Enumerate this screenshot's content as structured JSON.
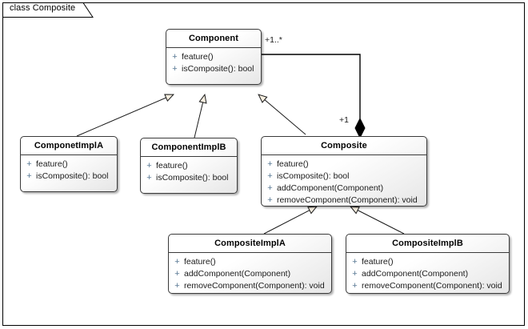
{
  "frame": {
    "label": "class Composite"
  },
  "classes": [
    {
      "id": "component",
      "name": "Component",
      "operations": [
        {
          "visibility": "+",
          "signature": "feature()"
        },
        {
          "visibility": "+",
          "signature": "isComposite(): bool"
        }
      ]
    },
    {
      "id": "componetimpla",
      "name": "ComponetImplA",
      "operations": [
        {
          "visibility": "+",
          "signature": "feature()"
        },
        {
          "visibility": "+",
          "signature": "isComposite(): bool"
        }
      ]
    },
    {
      "id": "componentimplb",
      "name": "ComponentImplB",
      "operations": [
        {
          "visibility": "+",
          "signature": "feature()"
        },
        {
          "visibility": "+",
          "signature": "isComposite(): bool"
        }
      ]
    },
    {
      "id": "composite",
      "name": "Composite",
      "operations": [
        {
          "visibility": "+",
          "signature": "feature()"
        },
        {
          "visibility": "+",
          "signature": "isComposite(): bool"
        },
        {
          "visibility": "+",
          "signature": "addComponent(Component)"
        },
        {
          "visibility": "+",
          "signature": "removeComponent(Component): void"
        }
      ]
    },
    {
      "id": "compositeimpla",
      "name": "CompositeImplA",
      "operations": [
        {
          "visibility": "+",
          "signature": "feature()"
        },
        {
          "visibility": "+",
          "signature": "addComponent(Component)"
        },
        {
          "visibility": "+",
          "signature": "removeComponent(Component): void"
        }
      ]
    },
    {
      "id": "compositeimplb",
      "name": "CompositeImplB",
      "operations": [
        {
          "visibility": "+",
          "signature": "feature()"
        },
        {
          "visibility": "+",
          "signature": "addComponent(Component)"
        },
        {
          "visibility": "+",
          "signature": "removeComponent(Component): void"
        }
      ]
    }
  ],
  "multiplicities": {
    "component_end": "+1..*",
    "composite_end": "+1"
  },
  "colors": {
    "line": "#000000",
    "class_border": "#3a3a3a",
    "arrowhead_fill": "#f7efe0",
    "visibility_marker": "#5b7a96",
    "diamond_fill": "#000000"
  }
}
